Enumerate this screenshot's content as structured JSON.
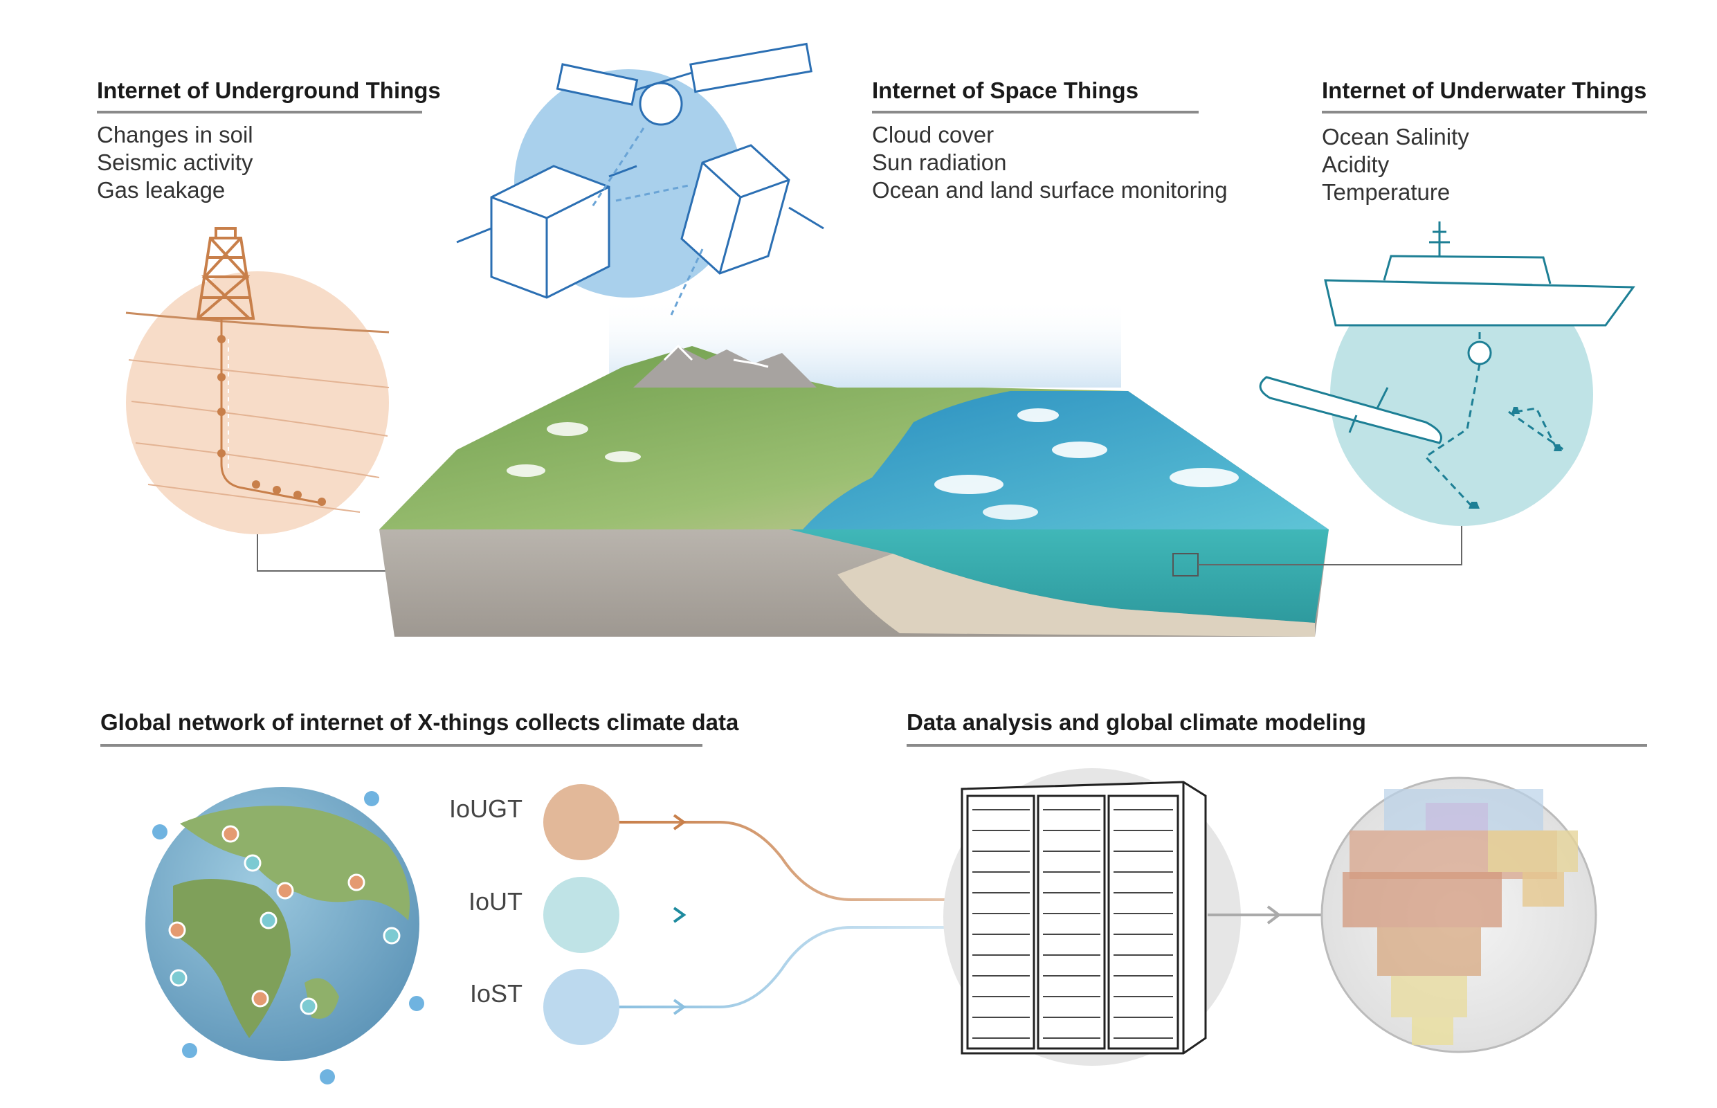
{
  "sections": {
    "underground": {
      "title": "Internet of Underground Things",
      "items": [
        "Changes in soil",
        "Seismic activity",
        "Gas leakage"
      ]
    },
    "space": {
      "title": "Internet of Space Things",
      "items": [
        "Cloud cover",
        "Sun radiation",
        "Ocean and land surface monitoring"
      ]
    },
    "underwater": {
      "title": "Internet of Underwater Things",
      "items": [
        "Ocean Salinity",
        "Acidity",
        "Temperature"
      ]
    },
    "global_network": {
      "title": "Global network of internet of X-things collects climate data"
    },
    "analysis": {
      "title": "Data analysis and global climate modeling"
    }
  },
  "networks": [
    {
      "label": "IoUGT",
      "color": "#e2b899",
      "line_color": "#c87f4a"
    },
    {
      "label": "IoUT",
      "color": "#bfe3e6",
      "line_color": "#1d8a9e"
    },
    {
      "label": "IoST",
      "color": "#bcd9ee",
      "line_color": "#8cc0e0"
    }
  ],
  "colors": {
    "underground": "#f6dcc8",
    "space": "#a9d0ec",
    "underwater": "#bfe3e6",
    "ocean": "#3aa9c6",
    "land": "#7fae5b",
    "rule": "#8a8a8a"
  }
}
